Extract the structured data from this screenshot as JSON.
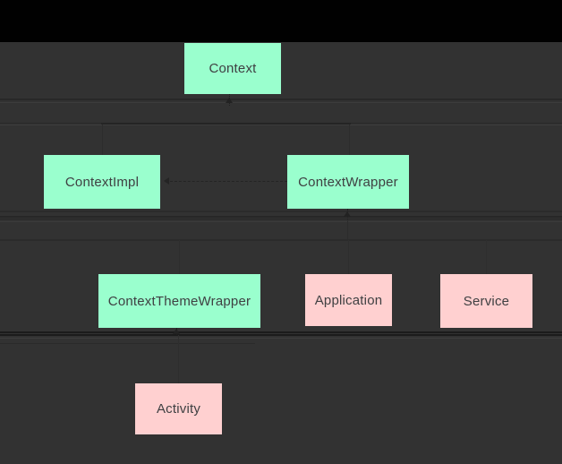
{
  "diagram": {
    "nodes": {
      "context": {
        "label": "Context",
        "color": "#9affce"
      },
      "contextImpl": {
        "label": "ContextImpl",
        "color": "#9affce"
      },
      "contextWrapper": {
        "label": "ContextWrapper",
        "color": "#9affce"
      },
      "contextThemeWrapper": {
        "label": "ContextThemeWrapper",
        "color": "#9affce"
      },
      "application": {
        "label": "Application",
        "color": "#ffd0d0"
      },
      "service": {
        "label": "Service",
        "color": "#ffd0d0"
      },
      "activity": {
        "label": "Activity",
        "color": "#ffd0d0"
      }
    },
    "edges": [
      {
        "from": "ContextImpl",
        "to": "Context",
        "style": "dotted-arrow"
      },
      {
        "from": "ContextWrapper",
        "to": "Context",
        "style": "dotted-arrow"
      },
      {
        "from": "ContextWrapper",
        "to": "ContextImpl",
        "style": "dashed-arrow"
      },
      {
        "from": "ContextThemeWrapper",
        "to": "ContextWrapper",
        "style": "solid"
      },
      {
        "from": "Application",
        "to": "ContextWrapper",
        "style": "solid"
      },
      {
        "from": "Service",
        "to": "ContextWrapper",
        "style": "solid"
      },
      {
        "from": "Activity",
        "to": "ContextThemeWrapper",
        "style": "dotted-arrow"
      }
    ],
    "colors": {
      "background": "#323232",
      "top_bar": "#010101",
      "node_green": "#9affce",
      "node_pink": "#ffd0d0",
      "node_text": "#3f4042",
      "connector": "#262626"
    }
  }
}
